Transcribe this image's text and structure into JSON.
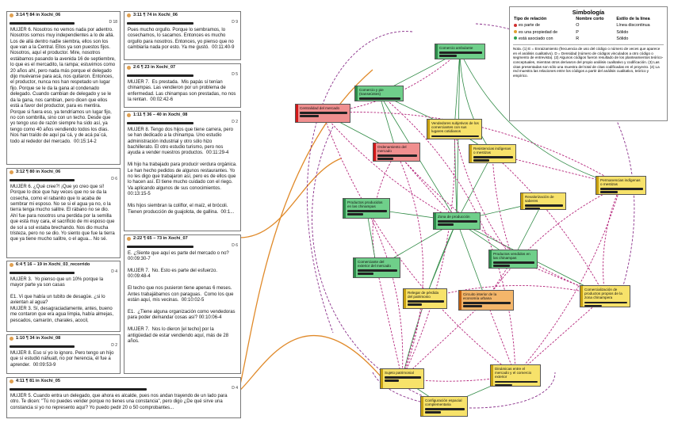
{
  "quotes": [
    {
      "ref": "3:14 ¶ 84 in Xochi_06",
      "doc": "D 18",
      "color": "#e0a050",
      "text": "MUJER 6. Nosotros no vemos nada por adentro. Nosotros somos muy independientes a lo de allá. Los de allá dentro nadie siembra, ellos son los que van a la Central. Ellos ya son puestos fijos. Nosotros, aquí el productor. Mire, nosotros estábamos pasando la avenida 16 de septiembre, lo que es el mercadito, la rampa; estuvimos como 20 años ahí, pero nada más porque el delegado dijo muévanse para acá, nos quitaron. Entonces, el productor, nunca nos han respetado un lugar fijo. Porque se le da la gana al condenado delegado. Cuando cambian de delegado y se le da la gana, nos cambian, pero dicen que ellos está a favor del productor, para es mentira. Porque si fuera eso, ya tendríamos un lugar fijo, no con sombrilla, sino con un techo. Desde que yo tengo uso de razón siempre ha sido así, ya tengo como 40 años vendiendo todos los días. Nos han traído de aquí pa´cá, y de acá pa´cá, todo al rededor del mercado.  00:15:14-2"
    },
    {
      "ref": "3:12 ¶ 80 in Xochi_06",
      "doc": "D 6",
      "color": "#e0a050",
      "text": "MUJER 6. ¿Qué cree?! ¡Que yo creo que sí! Porque lo dice que hay veces que no se da la cosecha, como el rabanito que lo acaba de sembrar mi esposo. No se si el agua ya no, o la tierra tenga mucho salitre. El rábano no se dio. Ahí fue para nosotros una perdida por la semilla que está muy cara, el sacrificio de mi esposo que de sol a sol estaba brechando. Nos dio mucha tristeza, pero no se dio. Yo siento que fue la tierra que ya tiene mucho salitre, o el agua... No sé."
    },
    {
      "ref": "6:4 ¶ 16 – 19 in Xochi_03_recorrido",
      "doc": "D 4",
      "color": "#e0a050",
      "text": "MUJER 3.  Yo pienso que un 10% porque la mayor parte ya son casas\n\nE1. Vi que había un tubito de desagüe. ¿si lo avientan al agua?\nMUJER 3. Sí, desagraciadamente, antes, bueno me contaron que era agua limpia, había almejas, pescados, camarón, charales, acocil,"
    },
    {
      "ref": "1:10 ¶ 34 in Xochi_08",
      "doc": "D 2",
      "color": "#e0a050",
      "text": "MUJER 8. Eso sí yo lo ignoro. Pero tengo un hijo que sí estudió náhuatl, no por herencia, él fue a aprender.  00:09:53-9"
    },
    {
      "ref": "3:11 ¶ 74 in Xochi_06",
      "doc": "D 9",
      "color": "#e0a050",
      "text": "Pues mucho orgullo. Porque lo sembramos, lo cosechamos, lo sacamos. Entonces es mucho orgullo para nosotros. Entonces, yo pienso que no cambiaría nada por esto. Ya me gustó.  00:11:40-9"
    },
    {
      "ref": "2:6 ¶ 23 in Xochi_07",
      "doc": "D 5",
      "color": "#e0a050",
      "text": "MUJER 7.  Es prestada.  Mis papás sí tenían chinampas. Las vendieron por un problema de enfermedad. Las chinampas son prestadas, no nos la rentan.  00:02:42-6"
    },
    {
      "ref": "1:11 ¶ 36 – 40 in Xochi_08",
      "doc": "D 2",
      "color": "#e0a050",
      "text": "MUJER 8. Tengo dos hijos que tiene carrera, pero se han dedicado a la chinampa. Uno estudio administración industrial y otro sólo hizo bachillerato. El otro estudio turismo, pero nos ayuda a vender nuestros productos.  00:11:29-4\n\nMi hijo ha trabajado para producir verdura orgánica. Le han hecho pedidos de algunos restaurantes. Yo no les digo que trabajaron así, pero es de ellos que lo hacen así. El tiene mucho cuidado con el riego. Va aplicando algunos de sus conocimientos.  00:13:15-5\n\nMis hijos siembran la coliflor, el maíz, el brócoli. Tienen producción de guajolota, de gallina.  00:1..."
    },
    {
      "ref": "2:22 ¶ 65 – 73 in Xochi_07",
      "doc": "D 6",
      "color": "#e0a050",
      "text": "E. ¿Siente que aquí es parte del mercado o no?  00:09:30-7\n\nMUJER 7.  No. Esto es parte del esfuerzo.  00:09:48-4\n\nEl techo que nos pusieron tiene apenas 6 meses. Antes trabajábamos con paraguas.  Como los que están aquí, mis vecinas.  00:10:02-5\n\nE1.  ¿Tiene alguna organización como vendedoras para poder demandar cosas así? 00:10:06-4\n\nMUJER 7.  Nos lo dieron [el techo] por la antigüedad de estar vendiendo aquí, más de 28 años."
    },
    {
      "ref": "4:11 ¶ 81 in Xochi_05",
      "doc": "D 4",
      "color": "#e0a050",
      "text": "MUJER 5. Cuando entra un delegado, que ahora es alcalde, pues nos andan trayendo de un lado para otro. Te dicen: \"Tú no puedes vender porque no tienes una constancia\", pero digo ¿De qué sirve una constancia si yo no represento aquí? Yo puedo pedir 20 o 50 comprobantes..."
    }
  ],
  "nodes": [
    {
      "label": "Comercio ambulante",
      "color": "green"
    },
    {
      "label": "Comercio y pie (transeúntes)",
      "color": "green"
    },
    {
      "label": "Centralidad del mercado",
      "color": "red"
    },
    {
      "label": "Vendedores subjetivos de los comerciantes con sus lugares cotidianos",
      "color": "yellow"
    },
    {
      "label": "Ordenamiento del mercado",
      "color": "red"
    },
    {
      "label": "Resistencias indígenas o mestizas",
      "color": "yellow"
    },
    {
      "label": "Permanencias indígenas o mestizas",
      "color": "yellow"
    },
    {
      "label": "Revalorización de saberes",
      "color": "yellow"
    },
    {
      "label": "Productos producidos en las chinampas",
      "color": "green"
    },
    {
      "label": "Zona de producción",
      "color": "green"
    },
    {
      "label": "Productos vendidos en las chinampas",
      "color": "green"
    },
    {
      "label": "Comerciante del exterior del mercado",
      "color": "green"
    },
    {
      "label": "Relegar de pérdida del patrimonio",
      "color": "yellow"
    },
    {
      "label": "Circuito interior de la economía urbana",
      "color": "orange"
    },
    {
      "label": "Comercialización de productos propios de la zona chinampera",
      "color": "yellow"
    },
    {
      "label": "Sujeto patrimonial",
      "color": "yellow"
    },
    {
      "label": "Dinámicas entre el mercado y el comercio exterior",
      "color": "yellow"
    },
    {
      "label": "Configuración espacial complementaria",
      "color": "yellow"
    }
  ],
  "legend": {
    "title": "Simbología",
    "headers": [
      "Tipo de relación",
      "Nombre corto",
      "Estilo de la línea"
    ],
    "rows": [
      {
        "type": "es parte de",
        "short": "O",
        "style": "Línea discontinua",
        "color": "#d03030"
      },
      {
        "type": "es una propiedad de",
        "short": "P",
        "style": "Sólido",
        "color": "#e0a030"
      },
      {
        "type": "está asociado con",
        "short": "R",
        "style": "Sólido",
        "color": "#30a050"
      }
    ],
    "note": "Nota. (1) E = Enraizamiento (frecuencia de uso del código o número de veces que aparece en el análisis cualitativo). D = Densidad (número de códigos vinculados a otro código o segmento de entrevista). (2) Algunos códigos fueron resultado de los planteamientos teórico-conceptuales, mientras otros derivaron del propio análisis cualitativo y codificación. (3) Las citas presentadas son sólo una muestra del total de citas codificadas en el proyecto. (4) La red muestra las relaciones entre los códigos a partir del análisis cualitativo, teórico y empírico."
  }
}
